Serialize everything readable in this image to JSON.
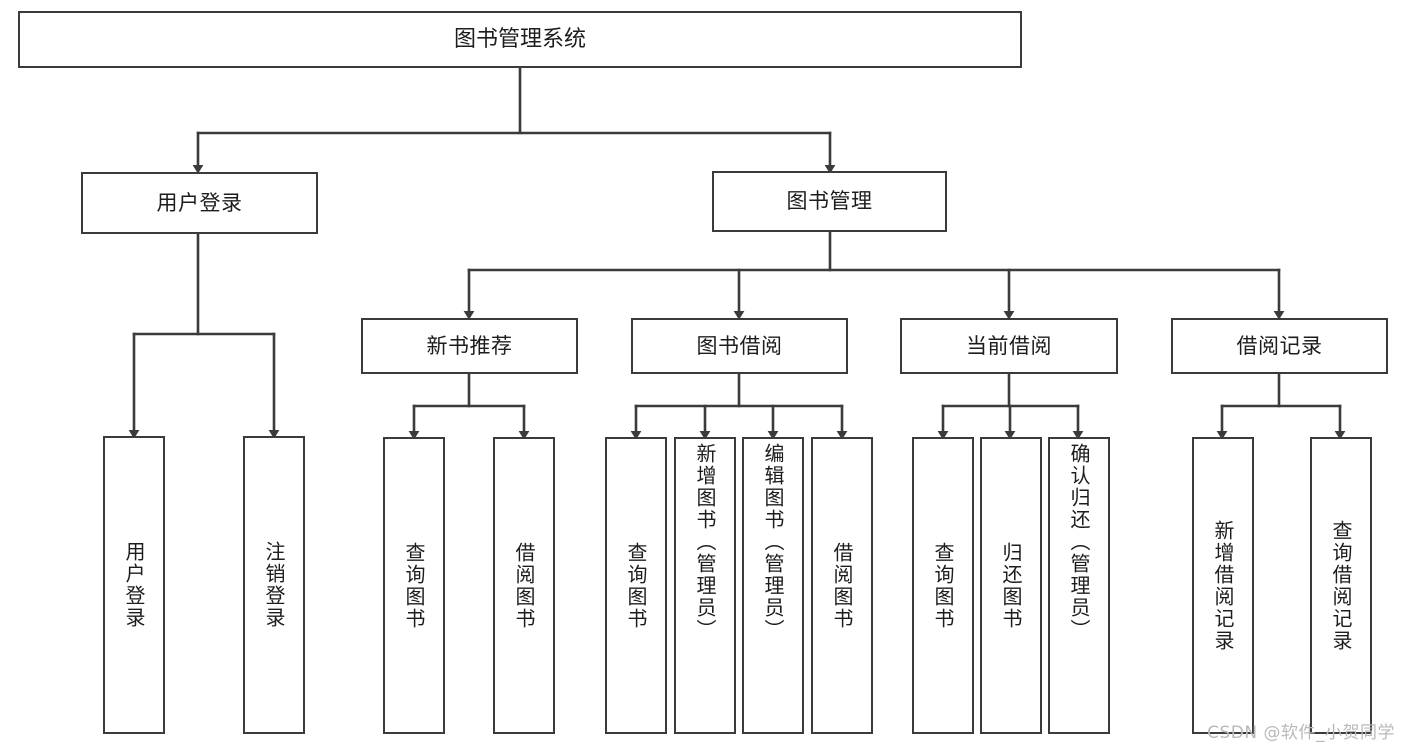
{
  "diagram": {
    "type": "tree-hierarchy",
    "title": "图书管理系统",
    "stroke_color": "#3b3b3b",
    "fill_color": "#ffffff",
    "text_color": "#1d1d1d",
    "root": {
      "label": "图书管理系统"
    },
    "level2": [
      {
        "label": "用户登录"
      },
      {
        "label": "图书管理"
      }
    ],
    "level3": [
      {
        "label": "新书推荐"
      },
      {
        "label": "图书借阅"
      },
      {
        "label": "当前借阅"
      },
      {
        "label": "借阅记录"
      }
    ],
    "leaves": {
      "user_login": [
        {
          "label": "用户登录"
        },
        {
          "label": "注销登录"
        }
      ],
      "new_book_recommend": [
        {
          "label": "查询图书"
        },
        {
          "label": "借阅图书"
        }
      ],
      "book_borrow": [
        {
          "label": "查询图书"
        },
        {
          "label": "新增图书（管理员）"
        },
        {
          "label": "编辑图书（管理员）"
        },
        {
          "label": "借阅图书"
        }
      ],
      "current_borrow": [
        {
          "label": "查询图书"
        },
        {
          "label": "归还图书"
        },
        {
          "label": "确认归还（管理员）"
        }
      ],
      "borrow_record": [
        {
          "label": "新增借阅记录"
        },
        {
          "label": "查询借阅记录"
        }
      ]
    }
  },
  "watermark": {
    "text": "CSDN @软件_小贺同学"
  }
}
